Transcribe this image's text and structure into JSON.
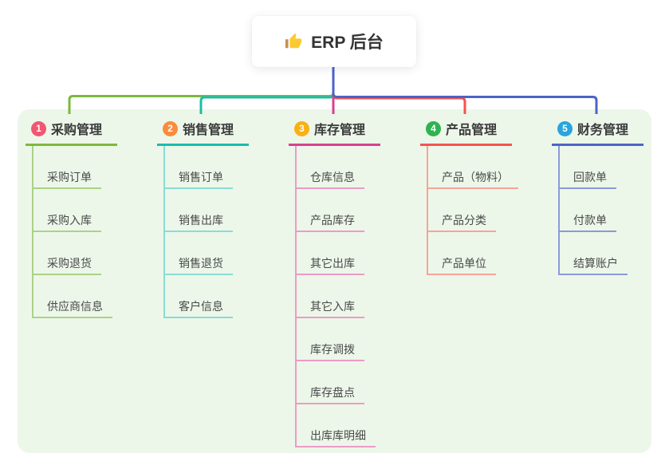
{
  "root": {
    "title": "ERP 后台",
    "icon": "thumbs-up-icon"
  },
  "canvas": {
    "background": "#ffffff",
    "panel_color": "#ecf7e9",
    "stem_color": "#4c63c8",
    "icon_hand_color": "#fbca32",
    "icon_cuff_color": "#c98f4e"
  },
  "branches": [
    {
      "id": 1,
      "label": "采购管理",
      "color": "#7cb93e",
      "tint": "#abd287",
      "badge_color": "#f25670",
      "children": [
        "采购订单",
        "采购入库",
        "采购退货",
        "供应商信息"
      ]
    },
    {
      "id": 2,
      "label": "销售管理",
      "color": "#1cbcab",
      "tint": "#8adcd3",
      "badge_color": "#fa8c3c",
      "children": [
        "销售订单",
        "销售出库",
        "销售退货",
        "客户信息"
      ]
    },
    {
      "id": 3,
      "label": "库存管理",
      "color": "#d6428f",
      "tint": "#ee9ac8",
      "badge_color": "#f9b013",
      "children": [
        "仓库信息",
        "产品库存",
        "其它出库",
        "其它入库",
        "库存调拨",
        "库存盘点",
        "出库库明细"
      ]
    },
    {
      "id": 4,
      "label": "产品管理",
      "color": "#f5534e",
      "tint": "#f9a29b",
      "badge_color": "#2fb350",
      "children": [
        "产品（物料）",
        "产品分类",
        "产品单位"
      ]
    },
    {
      "id": 5,
      "label": "财务管理",
      "color": "#4c63c8",
      "tint": "#8a9ad9",
      "badge_color": "#29a5dc",
      "children": [
        "回款单",
        "付款单",
        "结算账户"
      ]
    }
  ]
}
